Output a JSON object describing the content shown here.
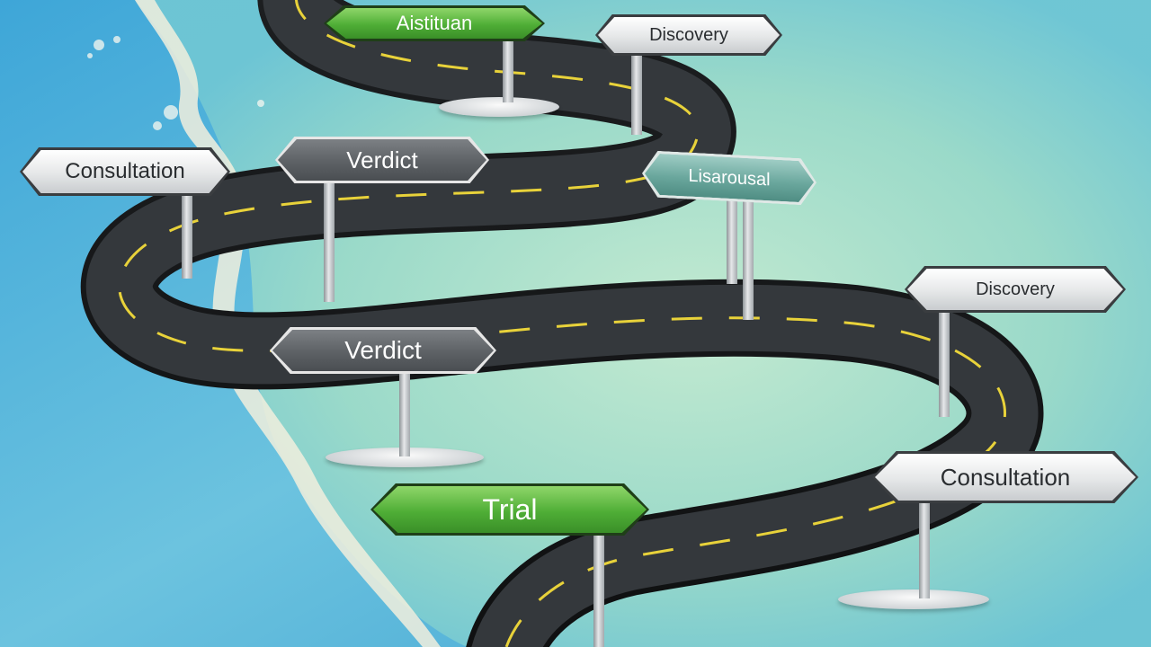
{
  "signs": [
    {
      "id": "top-green",
      "label": "Aistituan",
      "style": "green"
    },
    {
      "id": "top-right",
      "label": "Discovery",
      "style": "grey"
    },
    {
      "id": "left-consultation",
      "label": "Consultation",
      "style": "grey"
    },
    {
      "id": "center-verdict",
      "label": "Verdict",
      "style": "dark"
    },
    {
      "id": "teal-sign",
      "label": "Lisarousal",
      "style": "teal"
    },
    {
      "id": "right-discovery",
      "label": "Discovery",
      "style": "grey"
    },
    {
      "id": "middle-verdict",
      "label": "Verdict",
      "style": "dark"
    },
    {
      "id": "right-consultation",
      "label": "Consultation",
      "style": "grey"
    },
    {
      "id": "trial",
      "label": "Trial",
      "style": "green"
    }
  ],
  "colors": {
    "ocean": "#5fb3d6",
    "shallow": "#a9e0cf",
    "road": "#2f3236",
    "lane": "#e8d23a"
  }
}
